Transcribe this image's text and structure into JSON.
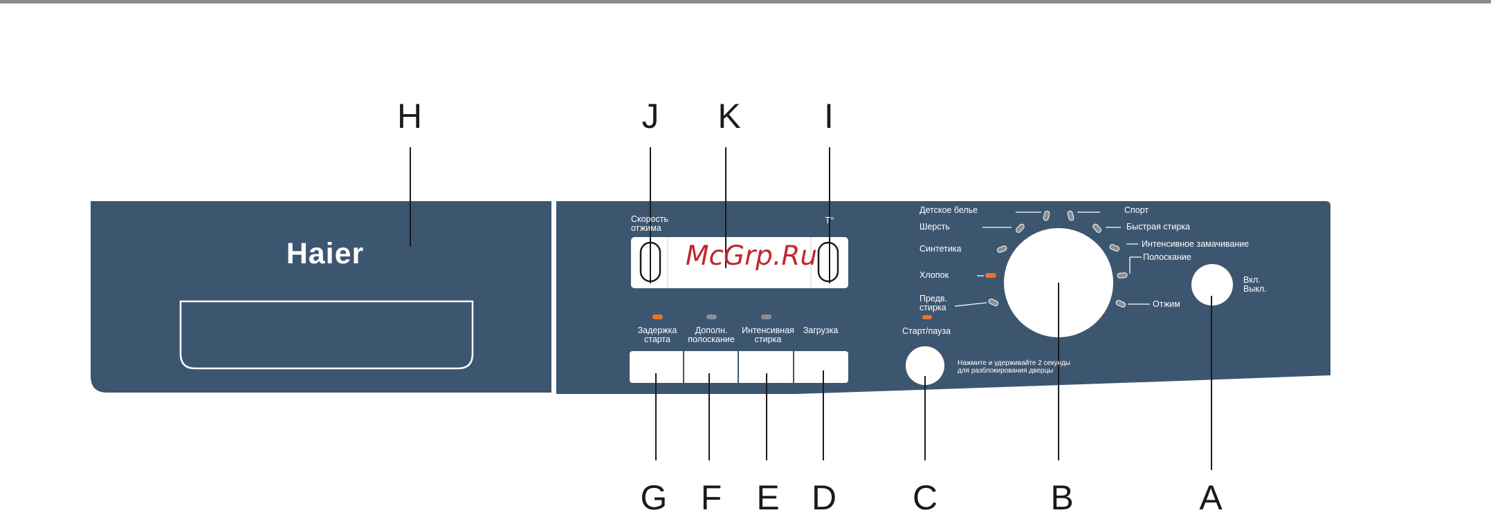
{
  "brand": "Haier",
  "watermark": "McGrp.Ru",
  "callouts": {
    "H": "H",
    "J": "J",
    "K": "K",
    "I": "I",
    "G": "G",
    "F": "F",
    "E": "E",
    "D": "D",
    "C": "C",
    "B": "B",
    "A": "A"
  },
  "display": {
    "spin_label": "Скорость\nотжима",
    "temp_label": "T°"
  },
  "option_buttons": [
    {
      "label": "Задержка\nстарта",
      "led": "orange"
    },
    {
      "label": "Дополн.\nполоскание",
      "led": "gray"
    },
    {
      "label": "Интенсивная\nстирка",
      "led": "gray"
    },
    {
      "label": "Загрузка",
      "led": "none"
    }
  ],
  "programs": {
    "left": [
      "Детское белье",
      "Шерсть",
      "Синтетика",
      "Хлопок",
      "Предв.\nстирка"
    ],
    "right": [
      "Спорт",
      "Быстрая стирка",
      "Интенсивное замачивание",
      "Полоскание",
      "Отжим"
    ]
  },
  "start_pause": "Старт/пауза",
  "hold_note": "Нажмите и удерживайте 2 секунды\nдля разблокирования дверцы",
  "power": "Вкл.\nВыкл.",
  "colors": {
    "panel": "#3d5670",
    "led_orange": "#e8742a",
    "led_gray": "#8a8f96",
    "callout_line": "#1a1a1a"
  }
}
